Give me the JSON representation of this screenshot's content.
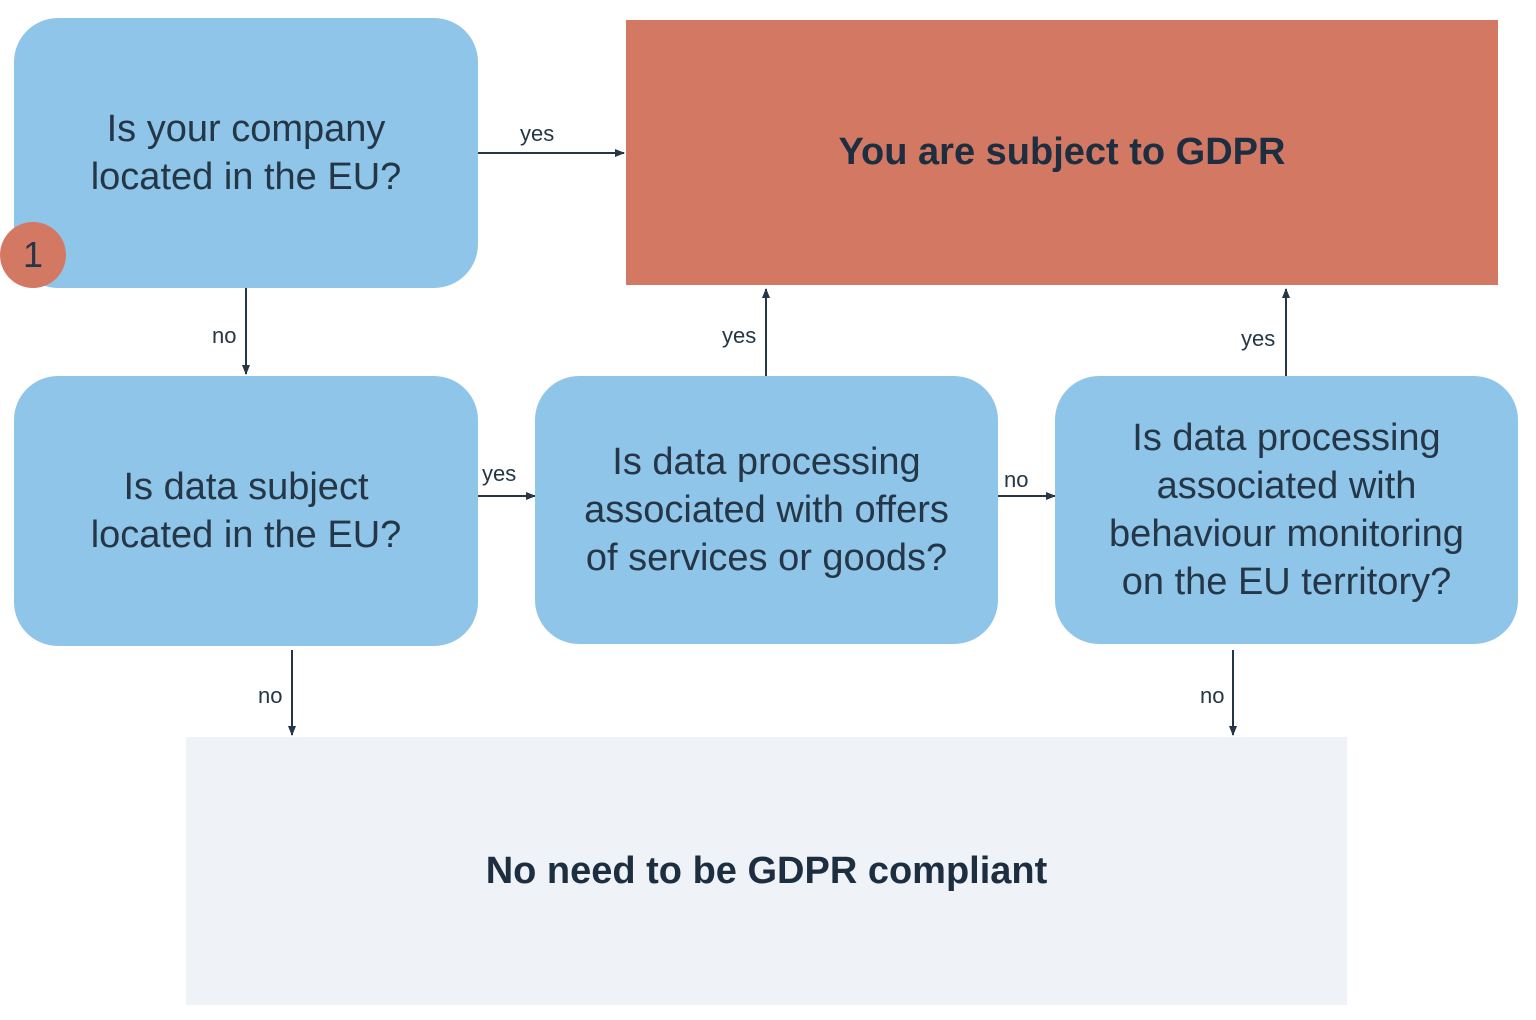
{
  "diagram": {
    "nodes": {
      "q1": {
        "text": "Is your company located in the EU?",
        "badge": "1"
      },
      "q2": {
        "text": "Is data subject located in the EU?"
      },
      "q3": {
        "text": "Is data processing associated with offers of services or goods?"
      },
      "q4": {
        "text": "Is data processing associated with behaviour monitoring on the EU territory?"
      },
      "subject": {
        "text": "You are subject to GDPR"
      },
      "not_subject": {
        "text": "No need to be GDPR compliant"
      }
    },
    "edges": [
      {
        "from": "q1",
        "to": "subject",
        "label": "yes"
      },
      {
        "from": "q1",
        "to": "q2",
        "label": "no"
      },
      {
        "from": "q2",
        "to": "q3",
        "label": "yes"
      },
      {
        "from": "q2",
        "to": "not_subject",
        "label": "no"
      },
      {
        "from": "q3",
        "to": "subject",
        "label": "yes"
      },
      {
        "from": "q3",
        "to": "q4",
        "label": "no"
      },
      {
        "from": "q4",
        "to": "subject",
        "label": "yes"
      },
      {
        "from": "q4",
        "to": "not_subject",
        "label": "no"
      }
    ],
    "colors": {
      "question_fill": "#8fc5e8",
      "subject_fill": "#d37963",
      "not_subject_fill": "#eff3f7",
      "text": "#1f3042",
      "connector": "#253646"
    }
  }
}
